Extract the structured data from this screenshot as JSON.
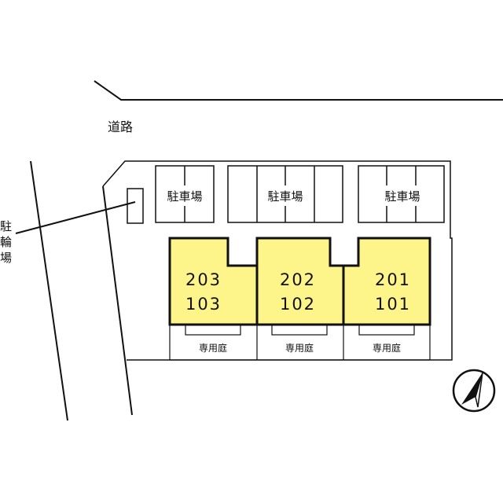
{
  "labels": {
    "road": "道路",
    "bicycle_parking": [
      "駐",
      "輪",
      "場"
    ],
    "parking": "駐車場",
    "private_garden": "専用庭"
  },
  "units": [
    {
      "upper": "203",
      "lower": "103"
    },
    {
      "upper": "202",
      "lower": "102"
    },
    {
      "upper": "201",
      "lower": "101"
    }
  ],
  "colors": {
    "building_fill": "#fdf48a",
    "line": "#111111"
  },
  "compass_icon": "north-arrow-icon"
}
